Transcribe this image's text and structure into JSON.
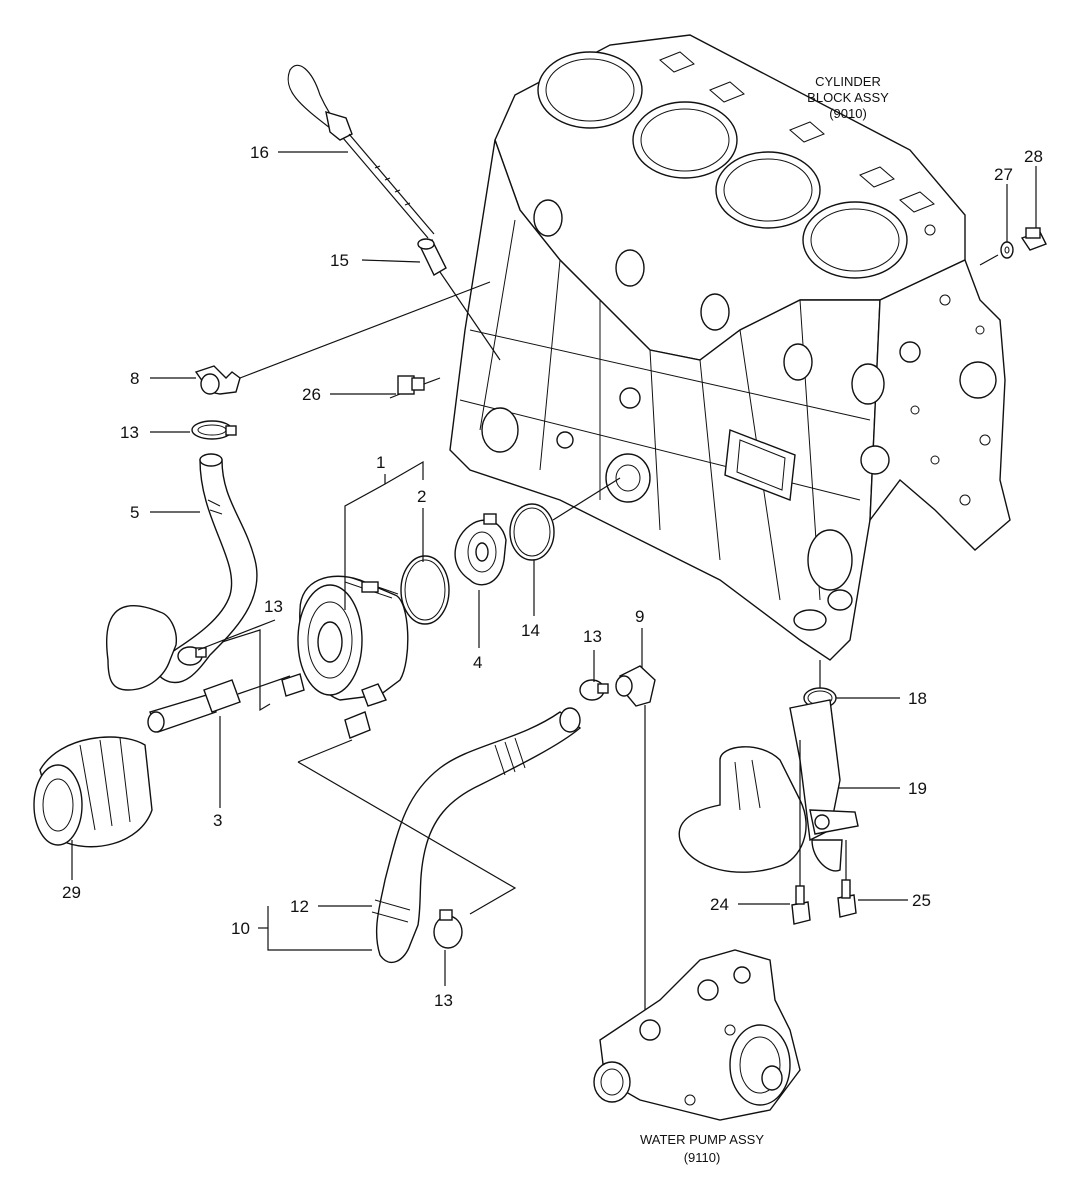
{
  "assemblies": {
    "cylinder_block": {
      "line1": "CYLINDER",
      "line2": "BLOCK ASSY",
      "code": "(9010)"
    },
    "water_pump": {
      "line1": "WATER PUMP ASSY",
      "code": "(9110)"
    }
  },
  "callouts": {
    "c1": "1",
    "c2": "2",
    "c3": "3",
    "c4": "4",
    "c5": "5",
    "c8": "8",
    "c9": "9",
    "c10": "10",
    "c12": "12",
    "c13a": "13",
    "c13b": "13",
    "c13c": "13",
    "c13d": "13",
    "c14": "14",
    "c15": "15",
    "c16": "16",
    "c18": "18",
    "c19": "19",
    "c24": "24",
    "c25": "25",
    "c26": "26",
    "c27": "27",
    "c28": "28",
    "c29": "29"
  }
}
